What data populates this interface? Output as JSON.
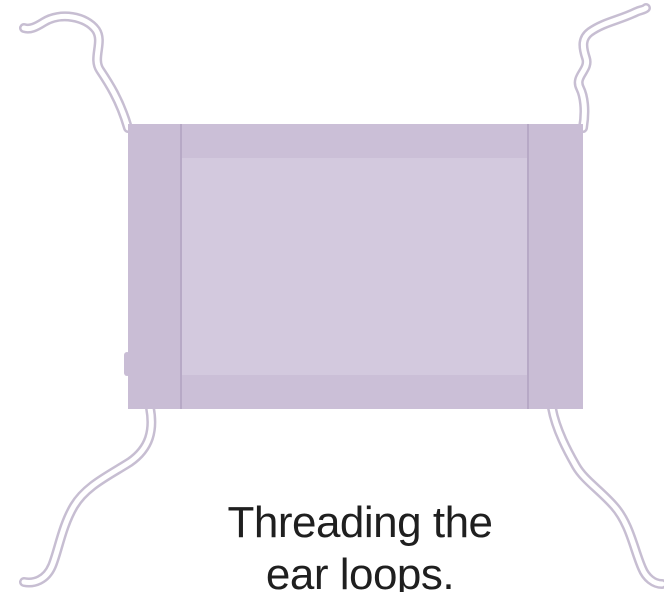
{
  "caption": {
    "line1": "Threading the",
    "line2": "ear loops."
  },
  "colors": {
    "mask_body": "#d3c9de",
    "mask_pleat_band": "#cbbfd7",
    "mask_side_panel": "#c9bdd5",
    "mask_seam": "#b7a9c6",
    "ear_loop_outline": "#c7bed2",
    "ear_loop_fill": "#ffffff",
    "caption_text": "#1f1f1f"
  },
  "icons": {
    "mask": "face-mask-illustration",
    "loops": "ear-loop-strings"
  }
}
